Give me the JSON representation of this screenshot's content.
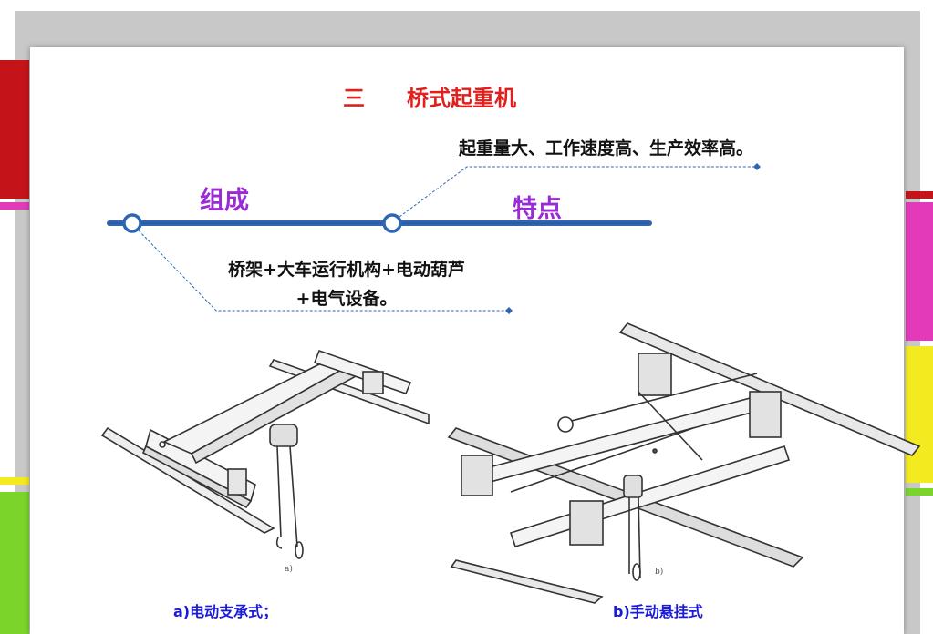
{
  "slide": {
    "title_number": "三",
    "title_text": "桥式起重机",
    "branch_left_label": "组成",
    "branch_right_label": "特点",
    "features_text": "起重量大、工作速度高、生产效率高。",
    "composition_text": "桥架+大车运行机构+电动葫芦+电气设备。",
    "caption_a": "a)电动支承式；",
    "caption_b": "b)手动悬挂式",
    "figure_a_label": "a)",
    "figure_b_label": "b)"
  },
  "colors": {
    "title": "#e0201e",
    "purple_label": "#9a2bd6",
    "caption_blue": "#1a1ad8",
    "timeline_blue": "#2f66b3",
    "side_red": "#c4141a",
    "side_magenta": "#e23ab9",
    "side_yellow": "#f3ea1f",
    "side_green": "#7ad42a"
  },
  "icons": [
    "timeline-node-icon",
    "diamond-marker-icon"
  ]
}
